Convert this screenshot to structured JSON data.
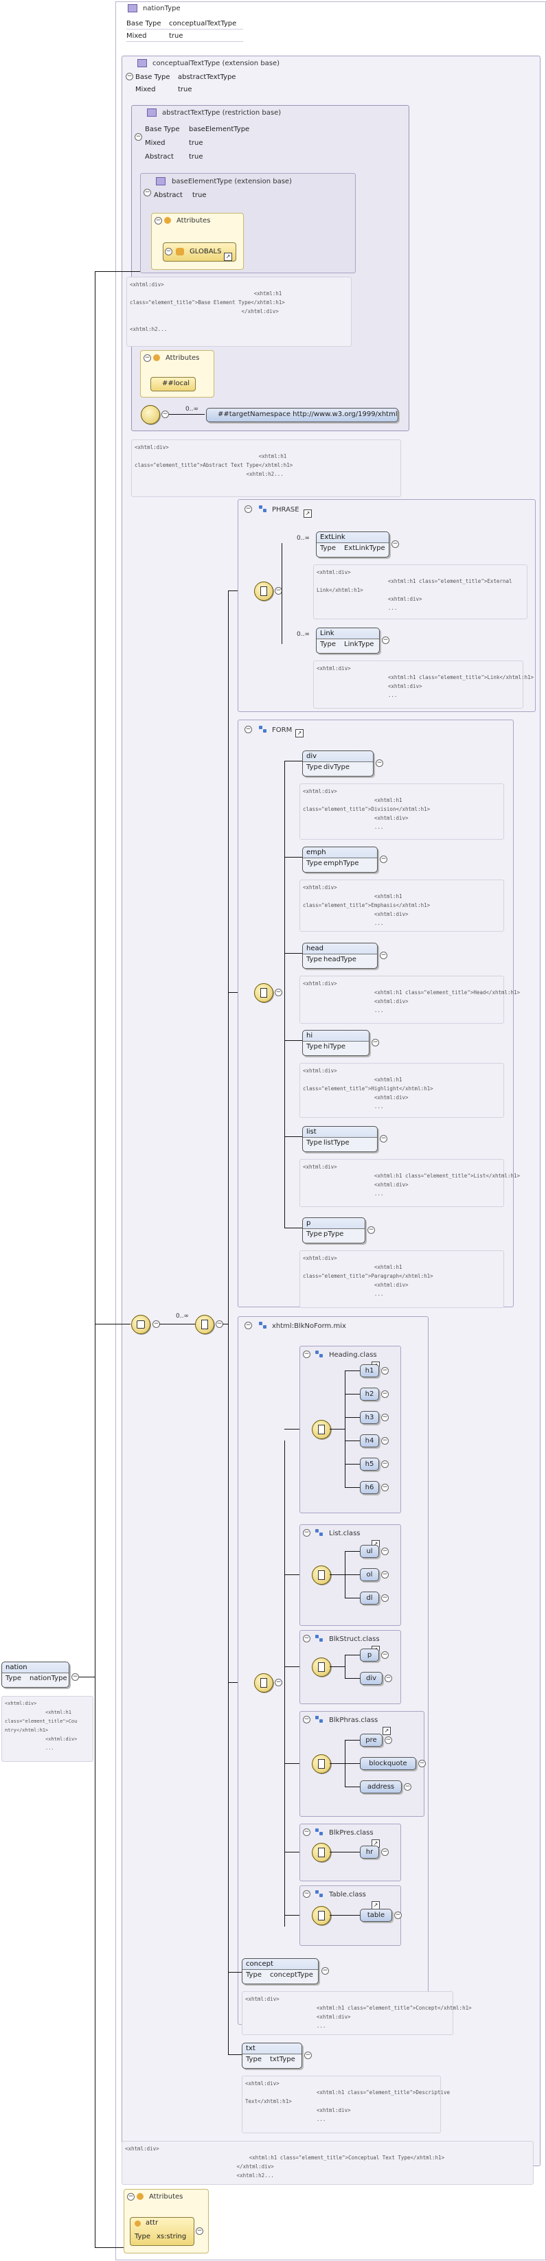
{
  "root_type": {
    "name": "nationType",
    "base_type_label": "Base Type",
    "base_type": "conceptualTextType",
    "mixed_label": "Mixed",
    "mixed": "true"
  },
  "conceptual": {
    "title": "conceptualTextType (extension base)",
    "base_type_label": "Base Type",
    "base_type": "abstractTextType",
    "mixed_label": "Mixed",
    "mixed": "true",
    "annotation": "<xhtml:div>\n                                        <xhtml:h1 class=\"element_title\">Conceptual Text Type</xhtml:h1>\n                                    </xhtml:div>\n                                    <xhtml:h2..."
  },
  "abstract": {
    "title": "abstractTextType (restriction base)",
    "base_type_label": "Base Type",
    "base_type": "baseElementType",
    "mixed_label": "Mixed",
    "mixed": "true",
    "abstract_label": "Abstract",
    "abstract": "true",
    "annotation": "<xhtml:div>\n                                        <xhtml:h1\nclass=\"element_title\">Abstract Text Type</xhtml:h1>\n                                    <xhtml:h2..."
  },
  "base_element": {
    "title": "baseElementType (extension base)",
    "abstract_label": "Abstract",
    "abstract": "true",
    "attributes_label": "Attributes",
    "globals": "GLOBALS",
    "annotation": "<xhtml:div>\n                                        <xhtml:h1\nclass=\"element_title\">Base Element Type</xhtml:h1>\n                                    </xhtml:div>\n\n<xhtml:h2..."
  },
  "abstract_attributes": {
    "label": "Attributes",
    "local": "##local"
  },
  "any": {
    "occurs": "0..∞",
    "label": "##targetNamespace http://www.w3.org/1999/xhtml"
  },
  "phrase": {
    "title": "PHRASE",
    "extlink": {
      "occurs": "0..∞",
      "name": "ExtLink",
      "type_label": "Type",
      "type": "ExtLinkType",
      "annotation": "<xhtml:div>\n                       <xhtml:h1 class=\"element_title\">External\nLink</xhtml:h1>\n                       <xhtml:div>\n                       ..."
    },
    "link": {
      "occurs": "0..∞",
      "name": "Link",
      "type_label": "Type",
      "type": "LinkType",
      "annotation": "<xhtml:div>\n                       <xhtml:h1 class=\"element_title\">Link</xhtml:h1>\n                       <xhtml:div>\n                       ..."
    }
  },
  "form": {
    "title": "FORM",
    "elements": [
      {
        "name": "div",
        "type_label": "Type",
        "type": "divType",
        "annotation": "<xhtml:div>\n                       <xhtml:h1\nclass=\"element_title\">Division</xhtml:h1>\n                       <xhtml:div>\n                       ..."
      },
      {
        "name": "emph",
        "type_label": "Type",
        "type": "emphType",
        "annotation": "<xhtml:div>\n                       <xhtml:h1\nclass=\"element_title\">Emphasis</xhtml:h1>\n                       <xhtml:div>\n                       ..."
      },
      {
        "name": "head",
        "type_label": "Type",
        "type": "headType",
        "annotation": "<xhtml:div>\n                       <xhtml:h1 class=\"element_title\">Head</xhtml:h1>\n                       <xhtml:div>\n                       ..."
      },
      {
        "name": "hi",
        "type_label": "Type",
        "type": "hiType",
        "annotation": "<xhtml:div>\n                       <xhtml:h1\nclass=\"element_title\">Highlight</xhtml:h1>\n                       <xhtml:div>\n                       ..."
      },
      {
        "name": "list",
        "type_label": "Type",
        "type": "listType",
        "annotation": "<xhtml:div>\n                       <xhtml:h1 class=\"element_title\">List</xhtml:h1>\n                       <xhtml:div>\n                       ..."
      },
      {
        "name": "p",
        "type_label": "Type",
        "type": "pType",
        "annotation": "<xhtml:div>\n                       <xhtml:h1\nclass=\"element_title\">Paragraph</xhtml:h1>\n                       <xhtml:div>\n                       ..."
      }
    ]
  },
  "mix": {
    "occurs": "0..∞",
    "title": "xhtml:BlkNoForm.mix",
    "heading": {
      "title": "Heading.class",
      "items": [
        "h1",
        "h2",
        "h3",
        "h4",
        "h5",
        "h6"
      ]
    },
    "list": {
      "title": "List.class",
      "items": [
        "ul",
        "ol",
        "dl"
      ]
    },
    "blkstruct": {
      "title": "BlkStruct.class",
      "items": [
        "p",
        "div"
      ]
    },
    "blkphras": {
      "title": "BlkPhras.class",
      "items": [
        "pre",
        "blockquote",
        "address"
      ]
    },
    "blkpres": {
      "title": "BlkPres.class",
      "items": [
        "hr"
      ]
    },
    "table": {
      "title": "Table.class",
      "items": [
        "table"
      ]
    }
  },
  "concept": {
    "name": "concept",
    "type_label": "Type",
    "type": "conceptType",
    "annotation": "<xhtml:div>\n                       <xhtml:h1 class=\"element_title\">Concept</xhtml:h1>\n                       <xhtml:div>\n                       ..."
  },
  "txt": {
    "name": "txt",
    "type_label": "Type",
    "type": "txtType",
    "annotation": "<xhtml:div>\n                       <xhtml:h1 class=\"element_title\">Descriptive\nText</xhtml:h1>\n                       <xhtml:div>\n                       ..."
  },
  "nation": {
    "name": "nation",
    "type_label": "Type",
    "type": "nationType",
    "annotation": "<xhtml:div>\n              <xhtml:h1\nclass=\"element_title\">Cou\nntry</xhtml:h1>\n              <xhtml:div>\n              ..."
  },
  "root_attributes": {
    "label": "Attributes",
    "attr_name": "attr",
    "type_label": "Type",
    "type": "xs:string"
  }
}
